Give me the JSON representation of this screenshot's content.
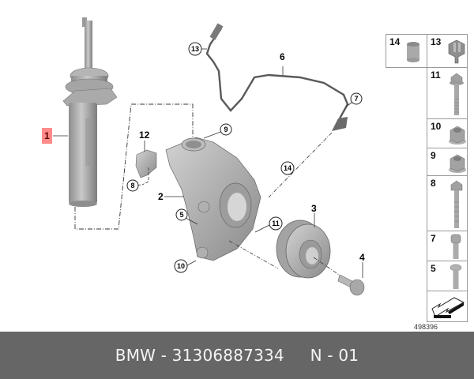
{
  "diagram": {
    "title": "Front strut, wheel carrier and wheel hub parts diagram",
    "highlighted_part": "1",
    "highlight_color": "#ff8a8a",
    "callouts": [
      {
        "id": "1",
        "style": "highlighted-box",
        "part": "spring strut / shock absorber"
      },
      {
        "id": "2",
        "style": "bold",
        "part": "wheel carrier / steering knuckle"
      },
      {
        "id": "3",
        "style": "bold",
        "part": "wheel hub with bearing"
      },
      {
        "id": "4",
        "style": "bold",
        "part": "collar bolt"
      },
      {
        "id": "5",
        "style": "circle"
      },
      {
        "id": "6",
        "style": "bold",
        "part": "ABS sensor cable"
      },
      {
        "id": "7",
        "style": "circle"
      },
      {
        "id": "8",
        "style": "circle"
      },
      {
        "id": "9",
        "style": "circle"
      },
      {
        "id": "10",
        "style": "circle"
      },
      {
        "id": "11",
        "style": "circle"
      },
      {
        "id": "12",
        "style": "bold",
        "part": "bracket"
      },
      {
        "id": "13",
        "style": "circle"
      },
      {
        "id": "14",
        "style": "circle"
      }
    ]
  },
  "legend": {
    "cells": [
      {
        "num": "14",
        "icon": "bushing-sleeve-icon"
      },
      {
        "num": "13",
        "icon": "cable-clip-icon"
      },
      {
        "num": "11",
        "icon": "hex-flange-bolt-icon"
      },
      {
        "num": "10",
        "icon": "hex-flange-nut-icon"
      },
      {
        "num": "9",
        "icon": "hex-flange-nut-icon"
      },
      {
        "num": "8",
        "icon": "hex-bolt-long-icon"
      },
      {
        "num": "7",
        "icon": "socket-cap-screw-icon"
      },
      {
        "num": "5",
        "icon": "torx-pan-screw-icon"
      },
      {
        "num": "",
        "icon": "direction-arrow-icon"
      }
    ],
    "reference_number": "498396"
  },
  "footer": {
    "text": "BMW - 31306887334     N - 01",
    "brand": "BMW",
    "part_number": "31306887334",
    "position": "N - 01",
    "background": "#666666"
  }
}
